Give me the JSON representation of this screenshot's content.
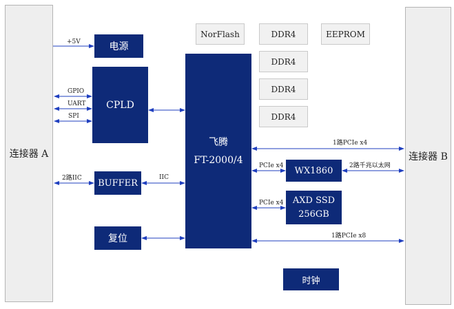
{
  "connector_a": "连接器 A",
  "connector_b": "连接器 B",
  "power": "电源",
  "cpld": "CPLD",
  "buffer": "BUFFER",
  "reset": "复位",
  "cpu": {
    "line1": "飞腾",
    "line2": "FT-2000/4"
  },
  "norflash": "NorFlash",
  "ddr4": [
    "DDR4",
    "DDR4",
    "DDR4",
    "DDR4"
  ],
  "eeprom": "EEPROM",
  "wx1860": "WX1860",
  "ssd": {
    "line1": "AXD SSD",
    "line2": "256GB"
  },
  "clock": "时钟",
  "labels": {
    "v5": "+5V",
    "gpio": "GPIO",
    "uart": "UART",
    "spi": "SPI",
    "iic2": "2路IIC",
    "iic": "IIC",
    "pcie_x4_top": "1路PCIe x4",
    "pcie_x4_wx": "PCIe x4",
    "eth": "2路千兆以太网",
    "pcie_x4_ssd": "PCIe x4",
    "pcie_x8": "1路PCIe x8"
  },
  "colors": {
    "block": "#0e2a78",
    "arrow": "#1f3fbf"
  }
}
